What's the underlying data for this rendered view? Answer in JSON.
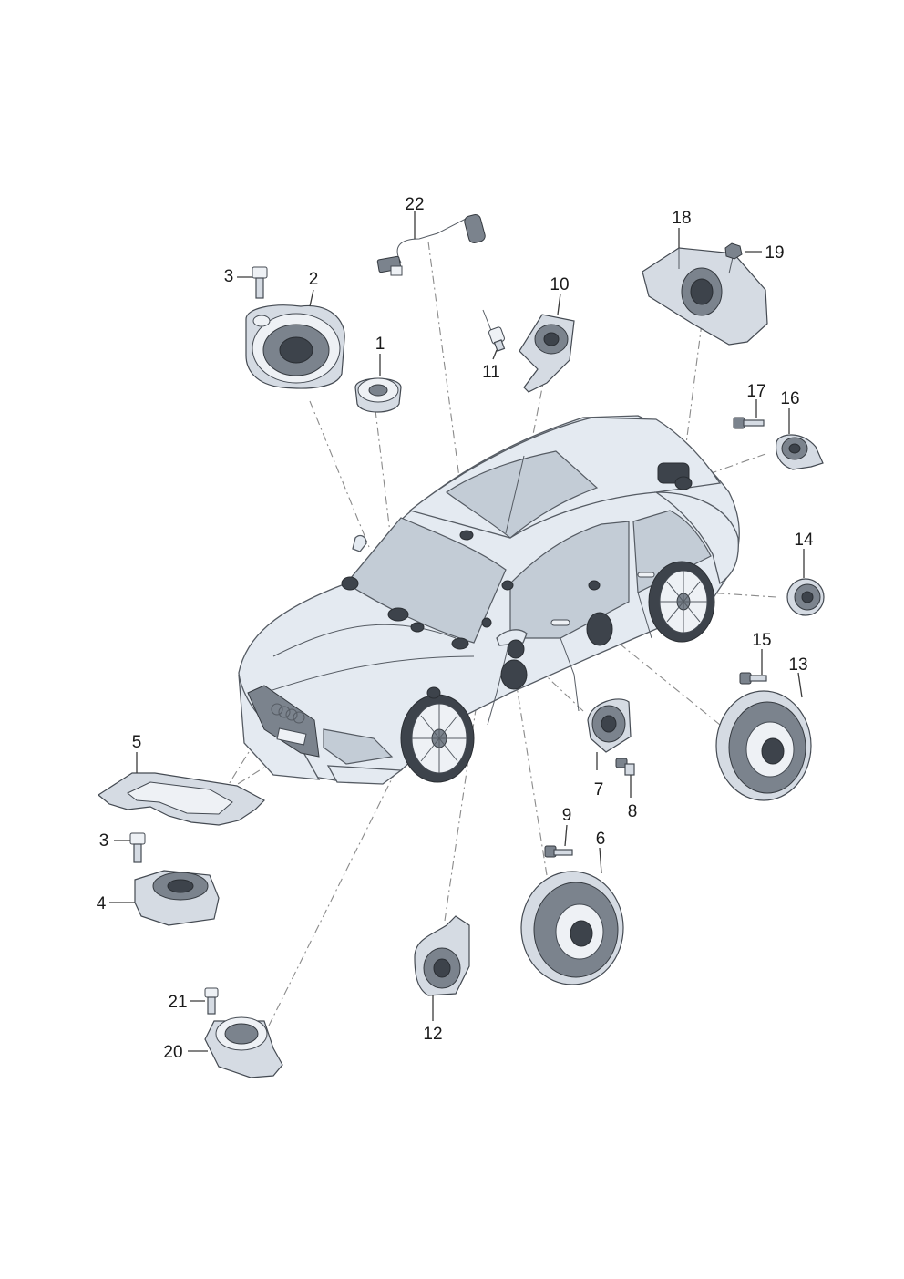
{
  "diagram": {
    "callouts": [
      {
        "id": "c1",
        "label": "1"
      },
      {
        "id": "c2",
        "label": "2"
      },
      {
        "id": "c3a",
        "label": "3"
      },
      {
        "id": "c3b",
        "label": "3"
      },
      {
        "id": "c4",
        "label": "4"
      },
      {
        "id": "c5",
        "label": "5"
      },
      {
        "id": "c6",
        "label": "6"
      },
      {
        "id": "c7",
        "label": "7"
      },
      {
        "id": "c8",
        "label": "8"
      },
      {
        "id": "c9",
        "label": "9"
      },
      {
        "id": "c10",
        "label": "10"
      },
      {
        "id": "c11",
        "label": "11"
      },
      {
        "id": "c12",
        "label": "12"
      },
      {
        "id": "c13",
        "label": "13"
      },
      {
        "id": "c14",
        "label": "14"
      },
      {
        "id": "c15",
        "label": "15"
      },
      {
        "id": "c16",
        "label": "16"
      },
      {
        "id": "c17",
        "label": "17"
      },
      {
        "id": "c18",
        "label": "18"
      },
      {
        "id": "c19",
        "label": "19"
      },
      {
        "id": "c20",
        "label": "20"
      },
      {
        "id": "c21",
        "label": "21"
      },
      {
        "id": "c22",
        "label": "22"
      }
    ],
    "colors": {
      "car_body": "#e4eaf1",
      "glass": "#c3ccd6",
      "speaker_dark": "#3d434b",
      "part_light": "#d5dbe3"
    }
  }
}
